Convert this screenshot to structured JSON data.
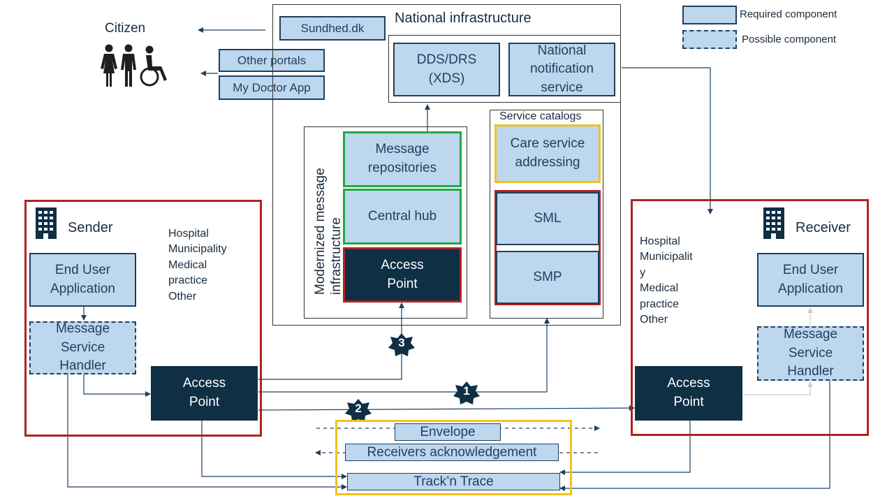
{
  "legend": {
    "required": "Required component",
    "possible": "Possible component"
  },
  "citizen": {
    "label": "Citizen"
  },
  "portals": {
    "sundhed": "Sundhed.dk",
    "other": "Other portals",
    "mydoctor": "My Doctor App"
  },
  "national": {
    "title": "National infrastructure",
    "dds": "DDS/DRS\n(XDS)",
    "notification": "National\nnotification\nservice"
  },
  "modernized": {
    "title": "Modernized message\ninfrastructure",
    "repositories": "Message\nrepositories",
    "hub": "Central hub",
    "access_point": "Access\nPoint"
  },
  "catalogs": {
    "title": "Service catalogs",
    "care": "Care service\naddressing",
    "sml": "SML",
    "smp": "SMP"
  },
  "sender": {
    "title": "Sender",
    "orgs": "Hospital\nMunicipality\nMedical\npractice\nOther",
    "end_user": "End User\nApplication",
    "handler": "Message\nService\nHandler",
    "access_point": "Access\nPoint"
  },
  "receiver": {
    "title": "Receiver",
    "orgs": "Hospital\nMunicipalit\ny\nMedical\npractice\nOther",
    "end_user": "End User\nApplication",
    "handler": "Message\nService\nHandler",
    "access_point": "Access\nPoint"
  },
  "flow": {
    "envelope": "Envelope",
    "ack": "Receivers acknowledgement",
    "trace": "Track’n Trace",
    "step1": "1",
    "step2": "2",
    "step3": "3"
  },
  "colors": {
    "required_fill": "#bdd7ee",
    "dark_fill": "#0e2f44",
    "red_frame": "#b22222",
    "green_frame": "#22a844",
    "yellow_frame": "#f2c21b"
  }
}
